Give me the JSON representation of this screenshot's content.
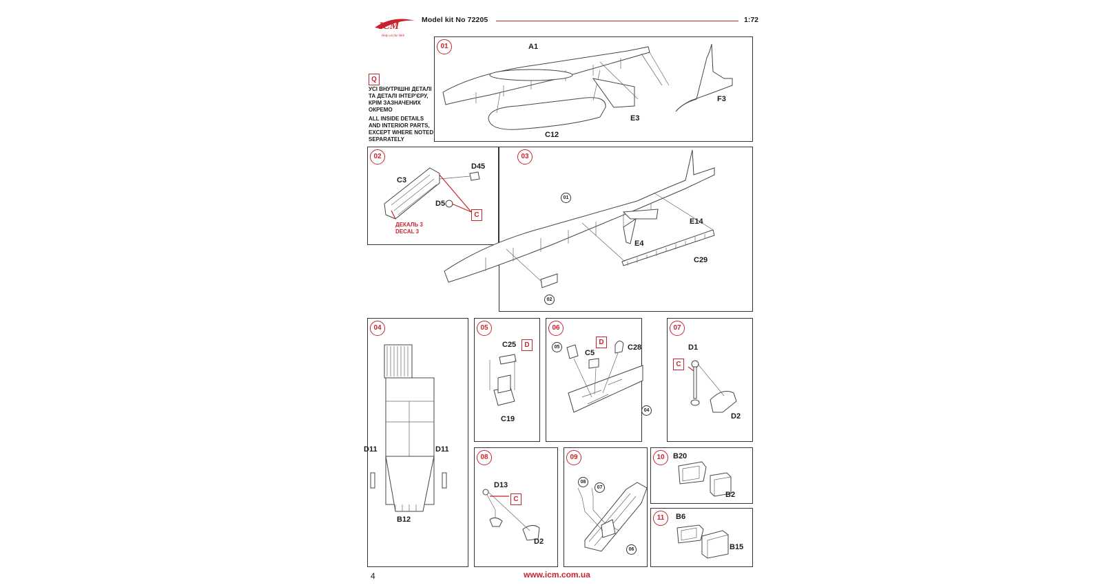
{
  "header": {
    "brand": "ICM",
    "brand_tagline": "Help on the Web",
    "kit": "Model kit No 72205",
    "scale": "1:72",
    "accent_color": "#c8232c"
  },
  "note": {
    "box": "Q",
    "ua_lines": [
      "УСІ ВНУТРІШНІ ДЕТАЛІ",
      "ТА ДЕТАЛІ ІНТЕР'ЄРУ,",
      "КРІМ ЗАЗНАЧЕНИХ",
      "ОКРЕМО"
    ],
    "en_lines": [
      "ALL INSIDE DETAILS",
      "AND INTERIOR PARTS,",
      "EXCEPT WHERE NOTED",
      "SEPARATELY"
    ]
  },
  "steps": {
    "s01": {
      "num": "01",
      "parts": [
        "A1",
        "C12",
        "E3",
        "F3"
      ]
    },
    "s02": {
      "num": "02",
      "parts": [
        "C3",
        "D45",
        "D5"
      ],
      "box": "C",
      "decal_ua": "ДЕКАЛЬ 3",
      "decal_en": "DECAL 3"
    },
    "s03": {
      "num": "03",
      "parts": [
        "E14",
        "E4",
        "C29"
      ],
      "refs": [
        "01",
        "02"
      ]
    },
    "s04": {
      "num": "04",
      "parts": [
        "D11",
        "D11",
        "B12"
      ]
    },
    "s05": {
      "num": "05",
      "parts": [
        "C25",
        "C19"
      ],
      "box": "D"
    },
    "s06": {
      "num": "06",
      "parts": [
        "C5",
        "C28"
      ],
      "box": "D",
      "refs": [
        "05",
        "04"
      ]
    },
    "s07": {
      "num": "07",
      "parts": [
        "D1",
        "D2"
      ],
      "box": "C"
    },
    "s08": {
      "num": "08",
      "parts": [
        "D13",
        "D2"
      ],
      "box": "C"
    },
    "s09": {
      "num": "09",
      "refs": [
        "08",
        "07",
        "06"
      ]
    },
    "s10": {
      "num": "10",
      "parts": [
        "B20",
        "B2"
      ]
    },
    "s11": {
      "num": "11",
      "parts": [
        "B6",
        "B15"
      ]
    }
  },
  "footer": {
    "page": "4",
    "url": "www.icm.com.ua"
  }
}
